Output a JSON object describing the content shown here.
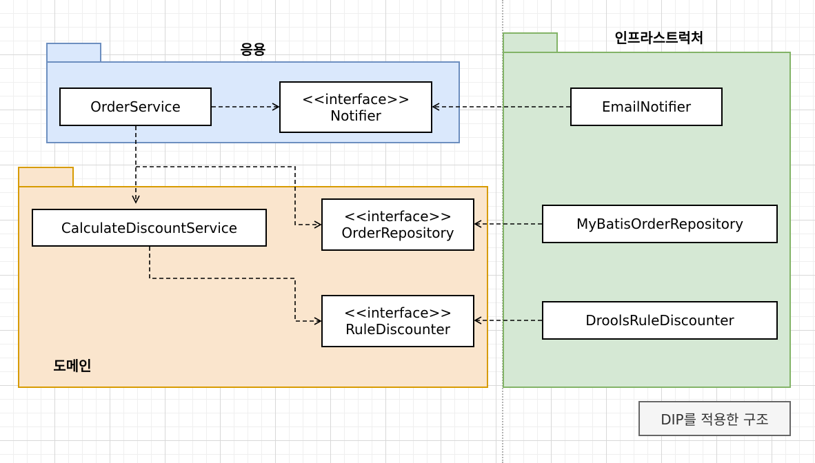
{
  "packages": {
    "application": {
      "title": "응용"
    },
    "domain": {
      "title": "도메인"
    },
    "infrastructure": {
      "title": "인프라스트럭처"
    }
  },
  "nodes": {
    "order_service": {
      "label": "OrderService"
    },
    "notifier": {
      "stereotype": "<<interface>>",
      "label": "Notifier"
    },
    "email_notifier": {
      "label": "EmailNotifier"
    },
    "calculate_discount_service": {
      "label": "CalculateDiscountService"
    },
    "order_repository": {
      "stereotype": "<<interface>>",
      "label": "OrderRepository"
    },
    "rule_discounter": {
      "stereotype": "<<interface>>",
      "label": "RuleDiscounter"
    },
    "mybatis_order_repository": {
      "label": "MyBatisOrderRepository"
    },
    "drools_rule_discounter": {
      "label": "DroolsRuleDiscounter"
    }
  },
  "caption": "DIP를 적용한 구조"
}
